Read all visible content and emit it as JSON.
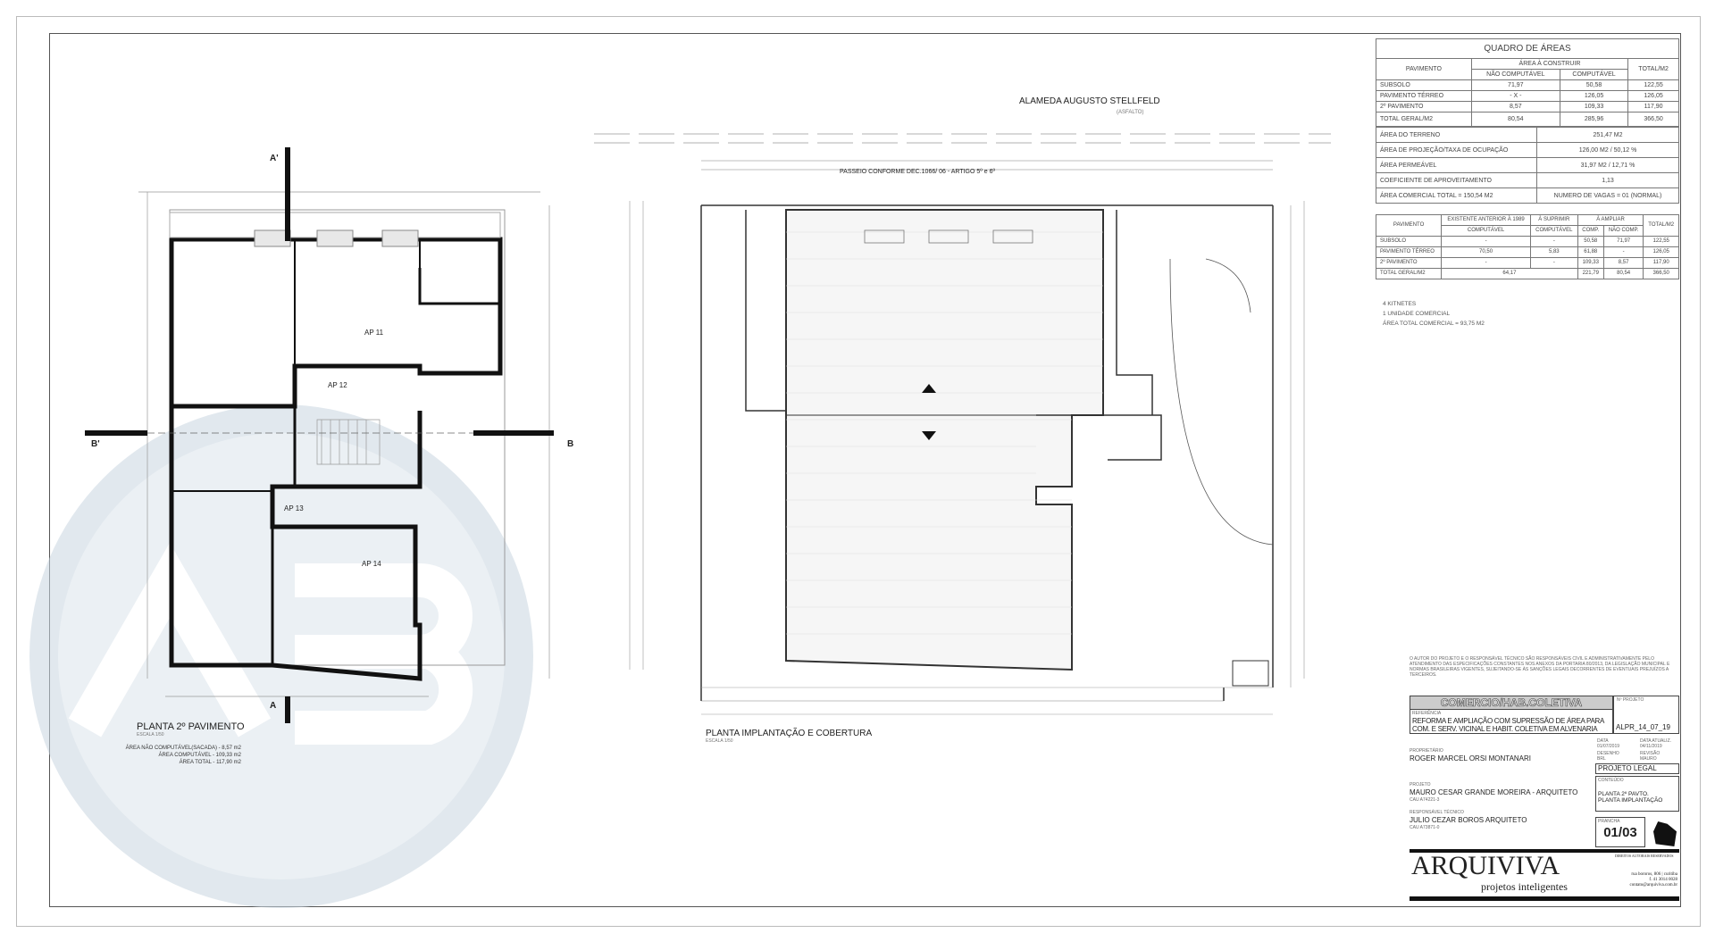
{
  "areas_table": {
    "title": "QUADRO DE ÁREAS",
    "group_header": "ÁREA À CONSTRUIR",
    "headers": [
      "PAVIMENTO",
      "NÃO COMPUTÁVEL",
      "COMPUTÁVEL",
      "TOTAL/M2"
    ],
    "rows": [
      [
        "SUBSOLO",
        "71,97",
        "50,58",
        "122,55"
      ],
      [
        "PAVIMENTO TÉRREO",
        "- X -",
        "126,05",
        "126,05"
      ],
      [
        "2º PAVIMENTO",
        "8,57",
        "109,33",
        "117,90"
      ],
      [
        "TOTAL GERAL/M2",
        "80,54",
        "285,96",
        "366,50"
      ]
    ]
  },
  "site_table": {
    "rows": [
      [
        "ÁREA DO TERRENO",
        "251,47 M2"
      ],
      [
        "ÁREA DE PROJEÇÃO/TAXA DE OCUPAÇÃO",
        "126,00 M2 / 50,12 %"
      ],
      [
        "ÁREA PERMEÁVEL",
        "31,97 M2 / 12,71 %"
      ],
      [
        "COEFICIENTE DE APROVEITAMENTO",
        "1,13"
      ],
      [
        "ÁREA COMERCIAL TOTAL = 150,54 M2",
        "NUMERO DE VAGAS = 01 (NORMAL)"
      ]
    ]
  },
  "breakdown_table": {
    "headers": [
      "PAVIMENTO",
      "EXISTENTE ANTERIOR À 1989",
      "À SUPRIMIR",
      "À AMPLIAR",
      "TOTAL/M2"
    ],
    "subheaders": [
      "COMPUTÁVEL",
      "COMPUTÁVEL",
      "COMP.",
      "NÃO COMP."
    ],
    "rows": [
      [
        "SUBSOLO",
        "-",
        "-",
        "50,58",
        "71,97",
        "122,55"
      ],
      [
        "PAVIMENTO TÉRREO",
        "70,50",
        "5,83",
        "61,88",
        "-",
        "126,05"
      ],
      [
        "2º PAVIMENTO",
        "-",
        "-",
        "109,33",
        "8,57",
        "117,90"
      ]
    ],
    "total_row": [
      "TOTAL GERAL/M2",
      "64,17",
      "221,79",
      "80,54",
      "366,50"
    ]
  },
  "notes": [
    "4 KITNETES",
    "1 UNIDADE COMERCIAL",
    "ÁREA TOTAL COMERCIAL = 93,75 M2"
  ],
  "left_plan": {
    "title": "PLANTA 2º PAVIMENTO",
    "scale": "ESCALA 1/50",
    "area_lines": [
      "ÁREA NÃO COMPUTÁVEL(SACADA) - 8,57 m2",
      "ÁREA COMPUTÁVEL - 109,33 m2",
      "ÁREA TOTAL - 117,90 m2"
    ],
    "units": [
      "AP 11",
      "AP 12",
      "AP 13",
      "AP 14"
    ],
    "section_marks": [
      "A'",
      "B'",
      "B",
      "A"
    ]
  },
  "site_plan": {
    "street": "ALAMEDA AUGUSTO STELLFELD",
    "street_note": "(ASFALTO)",
    "sidewalk": "PASSEIO CONFORME DEC.1066/ 06 - ARTIGO 5º e 6º",
    "title": "PLANTA IMPLANTAÇÃO E COBERTURA",
    "scale": "ESCALA 1/50"
  },
  "title_block": {
    "disclaimer": "O AUTOR DO PROJETO E O RESPONSÁVEL TÉCNICO SÃO RESPONSÁVEIS CIVIL E ADMINISTRATIVAMENTE PELO ATENDIMENTO DAS ESPECIFICAÇÕES CONSTANTES NOS ANEXOS DA PORTARIA 80/2013, DA LEGISLAÇÃO MUNICIPAL E NORMAS BRASILEIRAS VIGENTES, SUJEITANDO-SE ÀS SANÇÕES LEGAIS DECORRENTES DE EVENTUAIS PREJUÍZOS A TERCEIROS.",
    "category": "COMERCIO/HAB.COLETIVA",
    "reference_label": "REFERÊNCIA",
    "reference_lines": [
      "REFORMA E AMPLIAÇÃO COM SUPRESSÃO DE ÁREA PARA",
      "COM. E SERV. VICINAL E HABIT. COLETIVA EM ALVENARIA"
    ],
    "project_no_label": "Nº PROJETO",
    "project_no": "ALPR_14_07_19",
    "owner_label": "PROPRIETÁRIO",
    "owner": "ROGER MARCEL ORSI MONTANARI",
    "date_label": "DATA",
    "date": "01/07/2019",
    "update_label": "DATA ATUALIZ.",
    "update": "04/11/2019",
    "drawn_label": "DESENHO",
    "drawn": "BRL",
    "review_label": "REVISÃO",
    "review": "MAURO",
    "phase": "PROJETO LEGAL",
    "architect_label": "PROJETO",
    "architect": "MAURO CESAR GRANDE MOREIRA - ARQUITETO",
    "architect_cau": "CAU A74221-3",
    "tech_label": "RESPONSÁVEL TÉCNICO",
    "tech": "JULIO CEZAR BOROS ARQUITETO",
    "tech_cau": "CAU A73871-0",
    "content_label": "CONTEÚDO",
    "content_lines": [
      "PLANTA 2º PAVTO.",
      "PLANTA IMPLANTAÇÃO"
    ],
    "sheet_label": "PRANCHA",
    "sheet": "01/03",
    "rights": "DIREITOS AUTORAIS RESERVADOS",
    "brand": "ARQUIVIVA",
    "brand_tagline": "projetos inteligentes",
    "contact_lines": [
      "rua bororos, 806 | curitiba",
      "f. 41 3014 0028",
      "contato@arquiviva.com.br"
    ]
  }
}
